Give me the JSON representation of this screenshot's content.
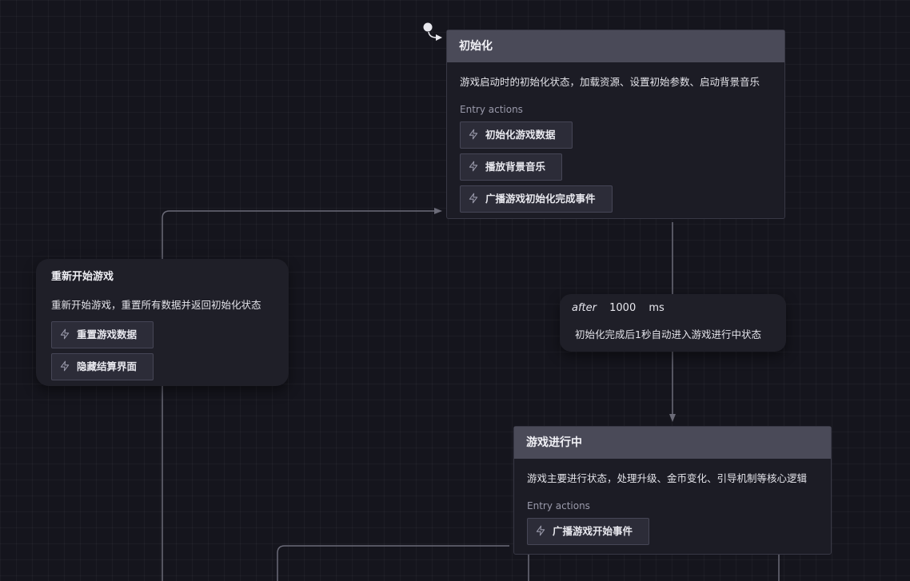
{
  "colors": {
    "background": "#15151d",
    "node_bg": "#1c1c25",
    "header_bg": "#4a4a58",
    "edge": "#6b6b78"
  },
  "states": {
    "init": {
      "title": "初始化",
      "description": "游戏启动时的初始化状态，加载资源、设置初始参数、启动背景音乐",
      "entry_label": "Entry actions",
      "actions": [
        "初始化游戏数据",
        "播放背景音乐",
        "广播游戏初始化完成事件"
      ]
    },
    "restart": {
      "title": "重新开始游戏",
      "description": "重新开始游戏，重置所有数据并返回初始化状态",
      "actions": [
        "重置游戏数据",
        "隐藏结算界面"
      ]
    },
    "playing": {
      "title": "游戏进行中",
      "description": "游戏主要进行状态，处理升级、金币变化、引导机制等核心逻辑",
      "entry_label": "Entry actions",
      "actions": [
        "广播游戏开始事件"
      ]
    }
  },
  "transition": {
    "keyword": "after",
    "delay": "1000",
    "unit": "ms",
    "description": "初始化完成后1秒自动进入游戏进行中状态"
  },
  "icons": {
    "action": "bolt-icon",
    "initial": "initial-state-dot"
  }
}
